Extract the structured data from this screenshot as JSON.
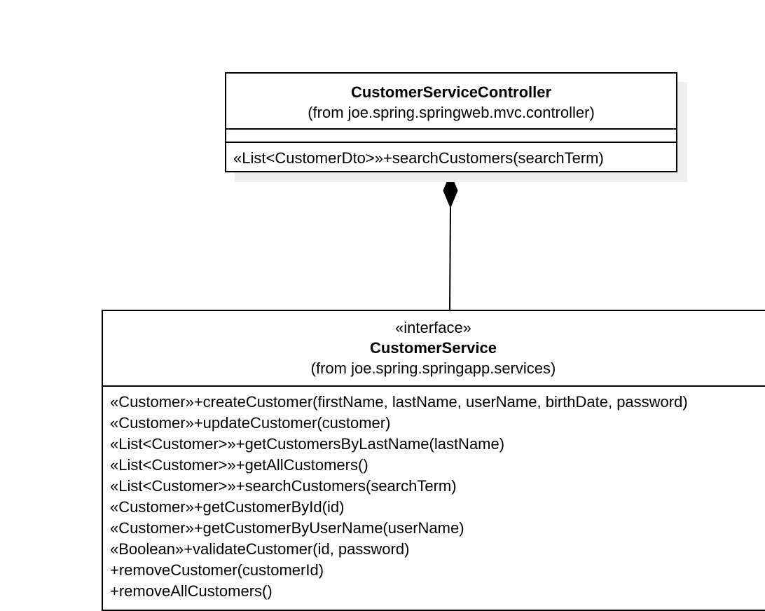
{
  "controller": {
    "name": "CustomerServiceController",
    "package": "(from joe.spring.springweb.mvc.controller)",
    "operations": [
      "«List<CustomerDto>»+searchCustomers(searchTerm)"
    ]
  },
  "service": {
    "stereotype": "«interface»",
    "name": "CustomerService",
    "package": "(from joe.spring.springapp.services)",
    "operations": [
      "«Customer»+createCustomer(firstName, lastName, userName, birthDate, password)",
      "«Customer»+updateCustomer(customer)",
      "«List<Customer>»+getCustomersByLastName(lastName)",
      "«List<Customer>»+getAllCustomers()",
      "«List<Customer>»+searchCustomers(searchTerm)",
      "«Customer»+getCustomerById(id)",
      "«Customer»+getCustomerByUserName(userName)",
      "«Boolean»+validateCustomer(id, password)",
      "+removeCustomer(customerId)",
      "+removeAllCustomers()"
    ]
  },
  "relationship": {
    "type": "composition"
  }
}
